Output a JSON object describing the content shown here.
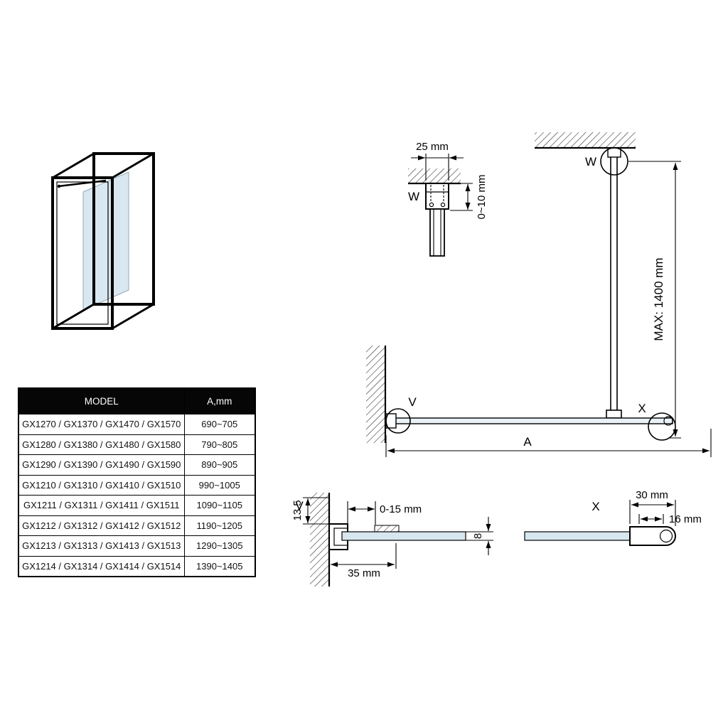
{
  "page": {
    "background": "#ffffff",
    "line_color": "#000000",
    "glass_color": "#d7e6ef"
  },
  "detail_w": {
    "label": "W",
    "dim_width": "25 mm",
    "dim_adjust": "0~10 mm"
  },
  "main": {
    "label_w": "W",
    "label_v": "V",
    "label_x": "X",
    "dim_max": "MAX: 1400 mm",
    "dim_a": "A"
  },
  "detail_v": {
    "label": "V",
    "dim_wall_offset": "13.5",
    "dim_adjust": "0-15 mm",
    "dim_profile": "35 mm",
    "dim_glass_thickness": "8"
  },
  "detail_x": {
    "label": "X",
    "dim_width": "30 mm",
    "dim_end": "16 mm"
  },
  "table": {
    "headers": {
      "model": "MODEL",
      "a": "A,mm"
    },
    "rows": [
      {
        "model": "GX1270 / GX1370 / GX1470 / GX1570",
        "a": "690~705"
      },
      {
        "model": "GX1280 / GX1380 / GX1480 / GX1580",
        "a": "790~805"
      },
      {
        "model": "GX1290 / GX1390 / GX1490 / GX1590",
        "a": "890~905"
      },
      {
        "model": "GX1210 / GX1310 / GX1410 / GX1510",
        "a": "990~1005"
      },
      {
        "model": "GX1211 / GX1311 / GX1411 / GX1511",
        "a": "1090~1105"
      },
      {
        "model": "GX1212 / GX1312 / GX1412 / GX1512",
        "a": "1190~1205"
      },
      {
        "model": "GX1213 / GX1313 / GX1413 / GX1513",
        "a": "1290~1305"
      },
      {
        "model": "GX1214 / GX1314 / GX1414 / GX1514",
        "a": "1390~1405"
      }
    ]
  }
}
